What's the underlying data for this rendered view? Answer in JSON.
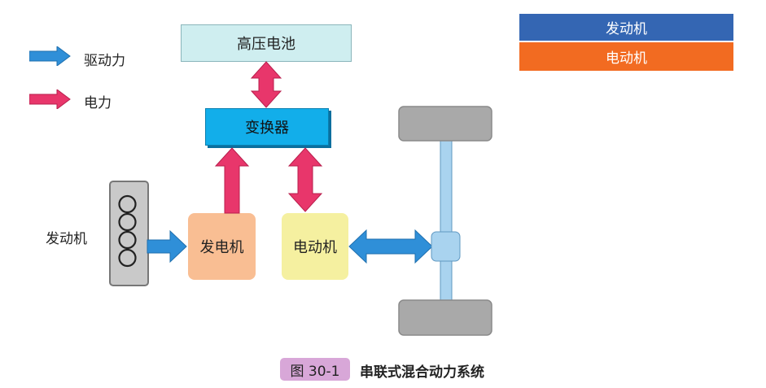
{
  "legend": {
    "drive_label": "驱动力",
    "electric_label": "电力",
    "drive_color": "#2f8fd8",
    "electric_color": "#e8366b"
  },
  "tags": {
    "engine": "发动机",
    "motor": "电动机"
  },
  "components": {
    "battery": "高压电池",
    "converter": "变换器",
    "generator": "发电机",
    "motor": "电动机",
    "engine": "发动机"
  },
  "caption": {
    "number": "图 30-1",
    "title": "串联式混合动力系统"
  }
}
